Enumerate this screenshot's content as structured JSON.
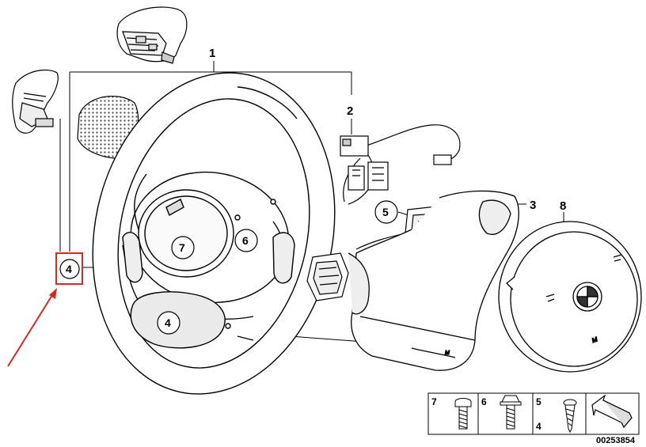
{
  "diagram": {
    "callouts": {
      "p1": "1",
      "p2": "2",
      "p3": "3",
      "p5": "5",
      "p6": "6",
      "p7": "7",
      "p8": "8",
      "p4_upper": "4",
      "p4_lower": "4"
    },
    "highlighted_callout": "4",
    "highlight_color": "#d42a22",
    "arrow_color": "#d42a22",
    "legend": {
      "c7": "7",
      "c6": "6",
      "c5": "5",
      "c4": "4"
    },
    "reference_code": "00253854"
  }
}
